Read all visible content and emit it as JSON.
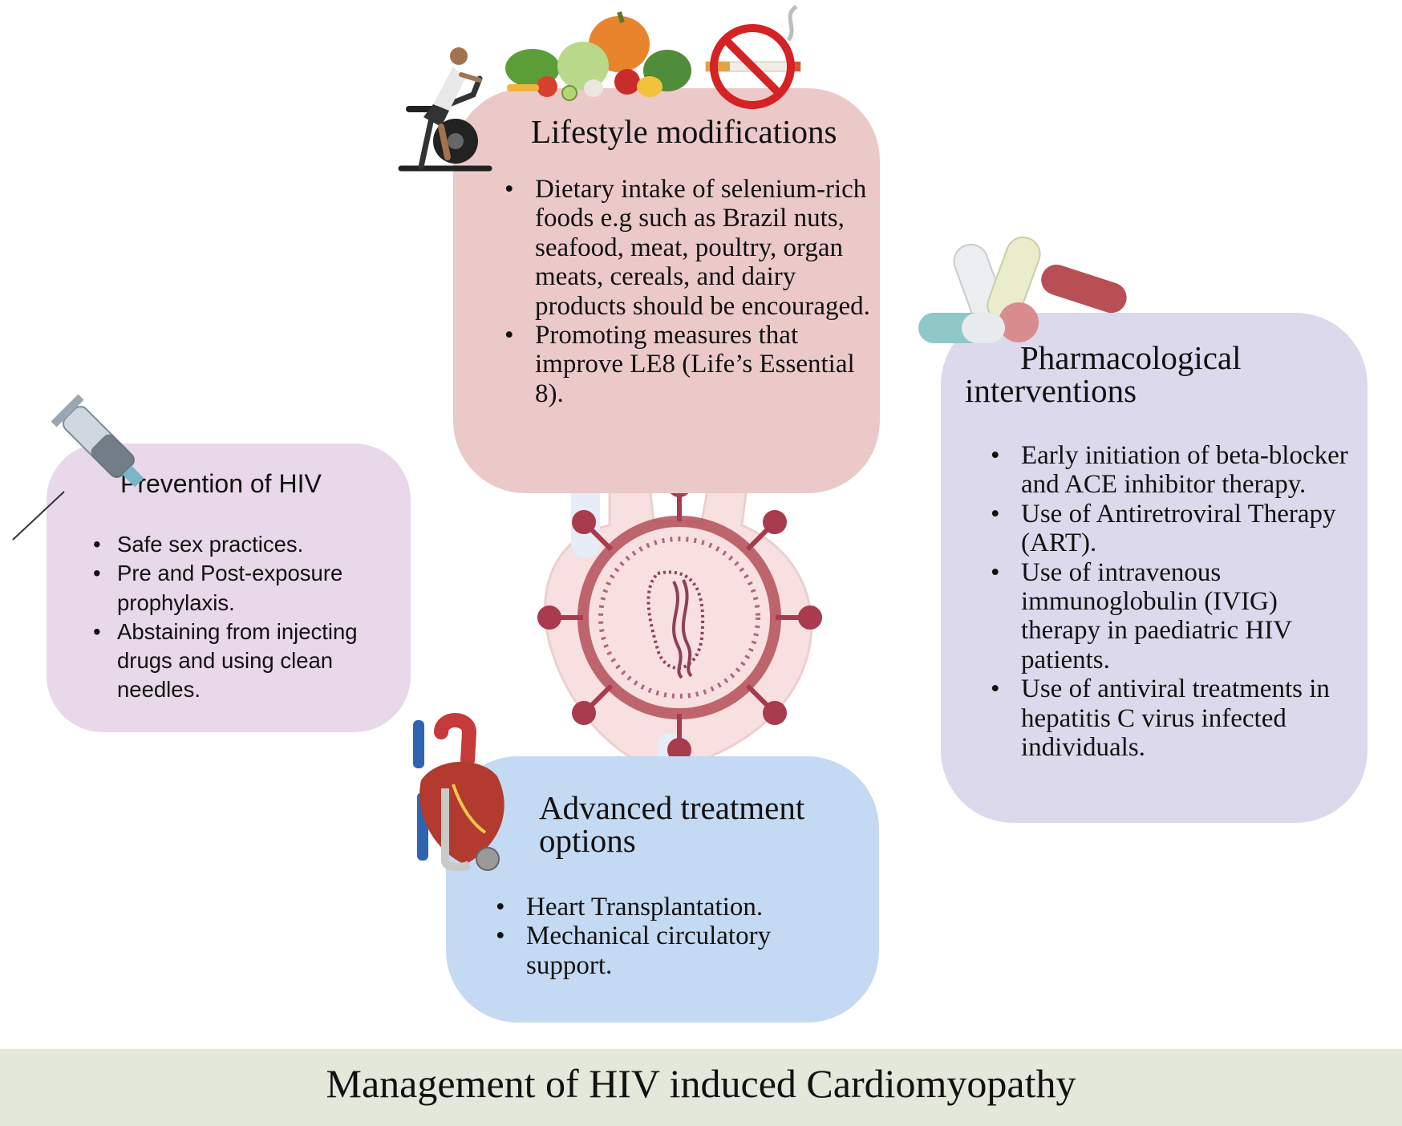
{
  "lifestyle": {
    "title": "Lifestyle modifications",
    "items": [
      "Dietary intake of selenium-rich foods e.g such as Brazil nuts, seafood, meat, poultry, organ meats, cereals, and dairy products should be encouraged.",
      "Promoting measures that improve LE8 (Life’s Essential 8)."
    ]
  },
  "pharmacological": {
    "title_line1": "Pharmacological",
    "title_line2": "interventions",
    "items": [
      "Early initiation of beta-blocker and ACE inhibitor therapy.",
      "Use of Antiretroviral Therapy (ART).",
      "Use of intravenous immunoglobulin (IVIG) therapy in paediatric HIV patients.",
      "Use of antiviral treatments in hepatitis C virus infected individuals."
    ]
  },
  "hiv_prevention": {
    "title": "Prevention of HIV",
    "items": [
      "Safe sex practices.",
      "Pre and Post-exposure prophylaxis.",
      "Abstaining from injecting drugs and using clean needles."
    ]
  },
  "advanced": {
    "title_line1": "Advanced treatment",
    "title_line2": "options",
    "items": [
      "Heart Transplantation.",
      "Mechanical circulatory support."
    ]
  },
  "footer": {
    "title": "Management of HIV induced Cardiomyopathy"
  },
  "colors": {
    "lifestyle_box": "#ecc9c9",
    "pharmacological_box": "#ddd9ec",
    "hiv_prevention_box": "#e9d8e9",
    "advanced_box": "#c4d9f2",
    "footer_band": "#e3e8da"
  }
}
